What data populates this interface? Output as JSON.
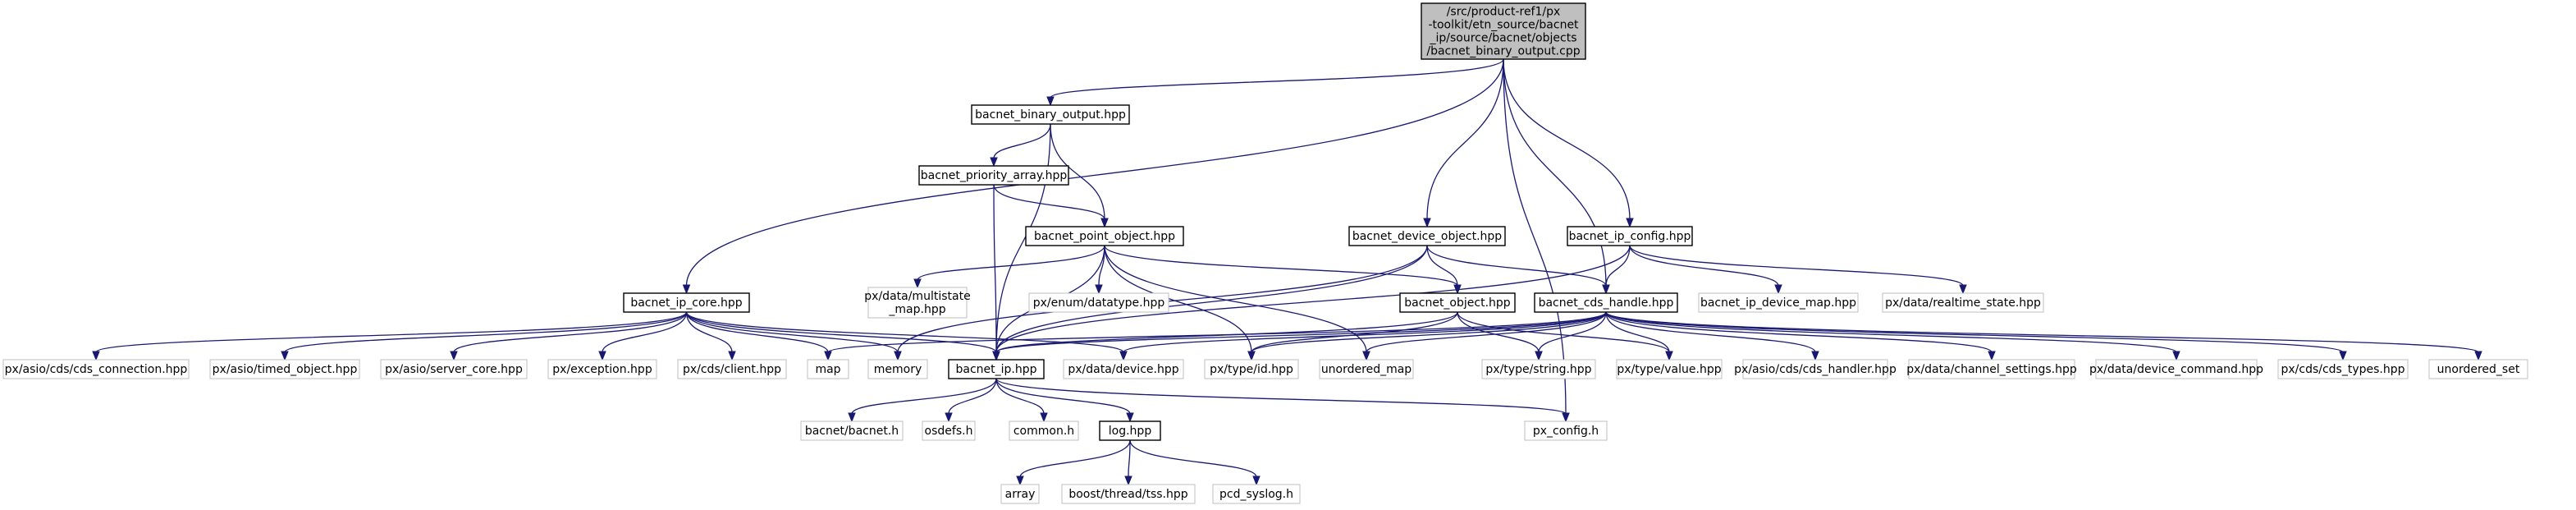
{
  "nodes": [
    {
      "id": "root",
      "lines": [
        "/src/product-ref1/px",
        "-toolkit/etn_source/bacnet",
        "_ip/source/bacnet/objects",
        "/bacnet_binary_output.cpp"
      ],
      "style": "root"
    },
    {
      "id": "bbo_hpp",
      "lines": [
        "bacnet_binary_output.hpp"
      ],
      "style": "local"
    },
    {
      "id": "bpa_hpp",
      "lines": [
        "bacnet_priority_array.hpp"
      ],
      "style": "local"
    },
    {
      "id": "bpo_hpp",
      "lines": [
        "bacnet_point_object.hpp"
      ],
      "style": "local"
    },
    {
      "id": "bdo_hpp",
      "lines": [
        "bacnet_device_object.hpp"
      ],
      "style": "local"
    },
    {
      "id": "bipc_hpp",
      "lines": [
        "bacnet_ip_config.hpp"
      ],
      "style": "local"
    },
    {
      "id": "core_hpp",
      "lines": [
        "bacnet_ip_core.hpp"
      ],
      "style": "local"
    },
    {
      "id": "multistate",
      "lines": [
        "px/data/multistate",
        "_map.hpp"
      ],
      "style": "system"
    },
    {
      "id": "datatype",
      "lines": [
        "px/enum/datatype.hpp"
      ],
      "style": "system"
    },
    {
      "id": "bobj_hpp",
      "lines": [
        "bacnet_object.hpp"
      ],
      "style": "local"
    },
    {
      "id": "cds_handle",
      "lines": [
        "bacnet_cds_handle.hpp"
      ],
      "style": "local"
    },
    {
      "id": "devmap",
      "lines": [
        "bacnet_ip_device_map.hpp"
      ],
      "style": "system"
    },
    {
      "id": "realtime",
      "lines": [
        "px/data/realtime_state.hpp"
      ],
      "style": "system"
    },
    {
      "id": "cds_conn",
      "lines": [
        "px/asio/cds/cds_connection.hpp"
      ],
      "style": "system"
    },
    {
      "id": "timed_obj",
      "lines": [
        "px/asio/timed_object.hpp"
      ],
      "style": "system"
    },
    {
      "id": "server_core",
      "lines": [
        "px/asio/server_core.hpp"
      ],
      "style": "system"
    },
    {
      "id": "exception",
      "lines": [
        "px/exception.hpp"
      ],
      "style": "system"
    },
    {
      "id": "client",
      "lines": [
        "px/cds/client.hpp"
      ],
      "style": "system"
    },
    {
      "id": "map",
      "lines": [
        "map"
      ],
      "style": "system"
    },
    {
      "id": "memory",
      "lines": [
        "memory"
      ],
      "style": "system"
    },
    {
      "id": "bacnet_ip",
      "lines": [
        "bacnet_ip.hpp"
      ],
      "style": "local"
    },
    {
      "id": "device",
      "lines": [
        "px/data/device.hpp"
      ],
      "style": "system"
    },
    {
      "id": "type_id",
      "lines": [
        "px/type/id.hpp"
      ],
      "style": "system"
    },
    {
      "id": "unordered_map",
      "lines": [
        "unordered_map"
      ],
      "style": "system"
    },
    {
      "id": "type_string",
      "lines": [
        "px/type/string.hpp"
      ],
      "style": "system"
    },
    {
      "id": "type_value",
      "lines": [
        "px/type/value.hpp"
      ],
      "style": "system"
    },
    {
      "id": "cds_handler",
      "lines": [
        "px/asio/cds/cds_handler.hpp"
      ],
      "style": "system"
    },
    {
      "id": "channel_settings",
      "lines": [
        "px/data/channel_settings.hpp"
      ],
      "style": "system"
    },
    {
      "id": "device_command",
      "lines": [
        "px/data/device_command.hpp"
      ],
      "style": "system"
    },
    {
      "id": "cds_types",
      "lines": [
        "px/cds/cds_types.hpp"
      ],
      "style": "system"
    },
    {
      "id": "unordered_set",
      "lines": [
        "unordered_set"
      ],
      "style": "system"
    },
    {
      "id": "bacnet_h",
      "lines": [
        "bacnet/bacnet.h"
      ],
      "style": "system"
    },
    {
      "id": "osdefs",
      "lines": [
        "osdefs.h"
      ],
      "style": "system"
    },
    {
      "id": "common",
      "lines": [
        "common.h"
      ],
      "style": "system"
    },
    {
      "id": "log_hpp",
      "lines": [
        "log.hpp"
      ],
      "style": "local"
    },
    {
      "id": "px_config",
      "lines": [
        "px_config.h"
      ],
      "style": "system"
    },
    {
      "id": "array",
      "lines": [
        "array"
      ],
      "style": "system"
    },
    {
      "id": "tss",
      "lines": [
        "boost/thread/tss.hpp"
      ],
      "style": "system"
    },
    {
      "id": "syslog",
      "lines": [
        "pcd_syslog.h"
      ],
      "style": "system"
    }
  ],
  "edges": [
    [
      "root",
      "bbo_hpp"
    ],
    [
      "root",
      "core_hpp"
    ],
    [
      "root",
      "bdo_hpp"
    ],
    [
      "root",
      "cds_handle"
    ],
    [
      "root",
      "bipc_hpp"
    ],
    [
      "root",
      "px_config"
    ],
    [
      "bbo_hpp",
      "bpa_hpp"
    ],
    [
      "bbo_hpp",
      "bpo_hpp"
    ],
    [
      "bbo_hpp",
      "bacnet_ip"
    ],
    [
      "bpa_hpp",
      "bpo_hpp"
    ],
    [
      "bpa_hpp",
      "bacnet_ip"
    ],
    [
      "bpo_hpp",
      "multistate"
    ],
    [
      "bpo_hpp",
      "datatype"
    ],
    [
      "bpo_hpp",
      "bobj_hpp"
    ],
    [
      "bpo_hpp",
      "bacnet_ip"
    ],
    [
      "bpo_hpp",
      "type_id"
    ],
    [
      "bpo_hpp",
      "unordered_map"
    ],
    [
      "bdo_hpp",
      "bobj_hpp"
    ],
    [
      "bdo_hpp",
      "cds_handle"
    ],
    [
      "bdo_hpp",
      "bacnet_ip"
    ],
    [
      "bdo_hpp",
      "memory"
    ],
    [
      "bipc_hpp",
      "cds_handle"
    ],
    [
      "bipc_hpp",
      "devmap"
    ],
    [
      "bipc_hpp",
      "realtime"
    ],
    [
      "bipc_hpp",
      "bacnet_ip"
    ],
    [
      "core_hpp",
      "cds_conn"
    ],
    [
      "core_hpp",
      "timed_obj"
    ],
    [
      "core_hpp",
      "server_core"
    ],
    [
      "core_hpp",
      "exception"
    ],
    [
      "core_hpp",
      "client"
    ],
    [
      "core_hpp",
      "map"
    ],
    [
      "core_hpp",
      "memory"
    ],
    [
      "core_hpp",
      "bacnet_ip"
    ],
    [
      "core_hpp",
      "device"
    ],
    [
      "bobj_hpp",
      "bacnet_ip"
    ],
    [
      "bobj_hpp",
      "type_id"
    ],
    [
      "bobj_hpp",
      "type_string"
    ],
    [
      "bobj_hpp",
      "type_value"
    ],
    [
      "cds_handle",
      "map"
    ],
    [
      "cds_handle",
      "bacnet_ip"
    ],
    [
      "cds_handle",
      "device"
    ],
    [
      "cds_handle",
      "type_id"
    ],
    [
      "cds_handle",
      "unordered_map"
    ],
    [
      "cds_handle",
      "type_string"
    ],
    [
      "cds_handle",
      "type_value"
    ],
    [
      "cds_handle",
      "cds_handler"
    ],
    [
      "cds_handle",
      "channel_settings"
    ],
    [
      "cds_handle",
      "device_command"
    ],
    [
      "cds_handle",
      "cds_types"
    ],
    [
      "cds_handle",
      "unordered_set"
    ],
    [
      "bacnet_ip",
      "bacnet_h"
    ],
    [
      "bacnet_ip",
      "osdefs"
    ],
    [
      "bacnet_ip",
      "common"
    ],
    [
      "bacnet_ip",
      "log_hpp"
    ],
    [
      "bacnet_ip",
      "px_config"
    ],
    [
      "log_hpp",
      "array"
    ],
    [
      "log_hpp",
      "tss"
    ],
    [
      "log_hpp",
      "syslog"
    ]
  ]
}
